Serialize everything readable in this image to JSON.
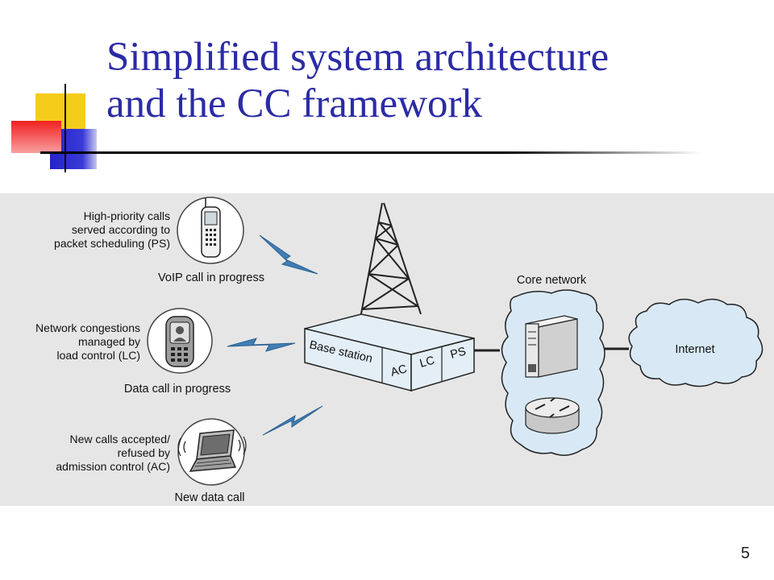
{
  "slide": {
    "title_line1": "Simplified system architecture",
    "title_line2": "and the CC framework",
    "page_number": "5"
  },
  "diagram": {
    "calls": [
      {
        "desc": [
          "High-priority calls",
          "served according to",
          "packet scheduling (PS)"
        ],
        "caption": "VoIP call in progress",
        "icon": "mobile-phone-icon"
      },
      {
        "desc": [
          "Network congestions",
          "managed by",
          "load control (LC)"
        ],
        "caption": "Data call in progress",
        "icon": "video-phone-icon"
      },
      {
        "desc": [
          "New calls accepted/",
          "refused by",
          "admission control (AC)"
        ],
        "caption": "New data call",
        "icon": "laptop-icon"
      }
    ],
    "base_station": {
      "label": "Base station",
      "modules": [
        "AC",
        "LC",
        "PS"
      ]
    },
    "core_network": {
      "label": "Core network"
    },
    "internet": {
      "label": "Internet"
    }
  },
  "colors": {
    "title": "#2b2ba6",
    "cloud": "#d8e9f5",
    "lightning": "#3f7fb6",
    "diagram_bg": "#e6e6e6"
  }
}
